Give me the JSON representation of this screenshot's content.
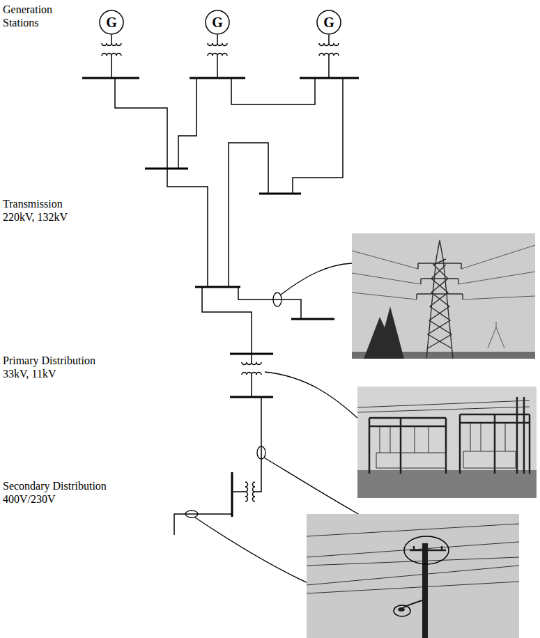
{
  "diagram": {
    "nodes": [
      {
        "text": [
          "G"
        ]
      },
      {
        "text": [
          "G"
        ]
      },
      {
        "text": [
          "G"
        ]
      }
    ],
    "labels": [
      "Generation Stations",
      "Transmission 220kV, 132kV",
      "Primary Distribution 33kV, 11kV",
      "Secondary Distribution 400V/230V"
    ]
  }
}
